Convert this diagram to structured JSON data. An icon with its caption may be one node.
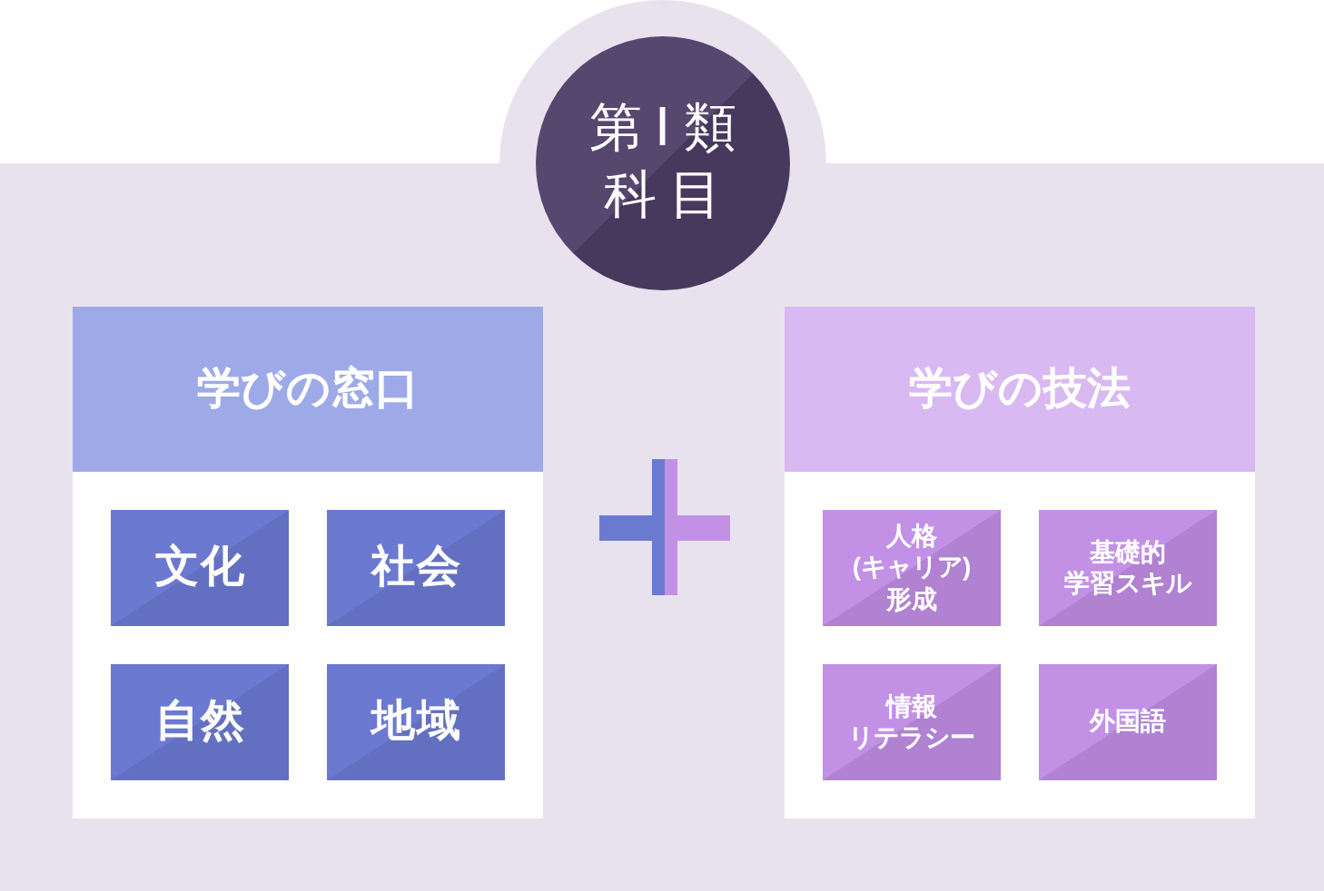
{
  "diagram": {
    "nodes": [
      {
        "text": [
          "第Ⅰ類科目"
        ]
      },
      {
        "text": [
          "学びの窓口"
        ]
      },
      {
        "text": [
          "文化"
        ],
        "in": 1
      },
      {
        "text": [
          "社会"
        ],
        "in": 1
      },
      {
        "text": [
          "自然"
        ],
        "in": 1
      },
      {
        "text": [
          "地域"
        ],
        "in": 1
      },
      {
        "text": [
          "学びの技法"
        ]
      },
      {
        "text": [
          "人格(キャリア)形成"
        ],
        "in": 6
      },
      {
        "text": [
          "基礎的学習スキル"
        ],
        "in": 6
      },
      {
        "text": [
          "情報リテラシー"
        ],
        "in": 6
      },
      {
        "text": [
          "外国語"
        ],
        "in": 6
      }
    ]
  }
}
